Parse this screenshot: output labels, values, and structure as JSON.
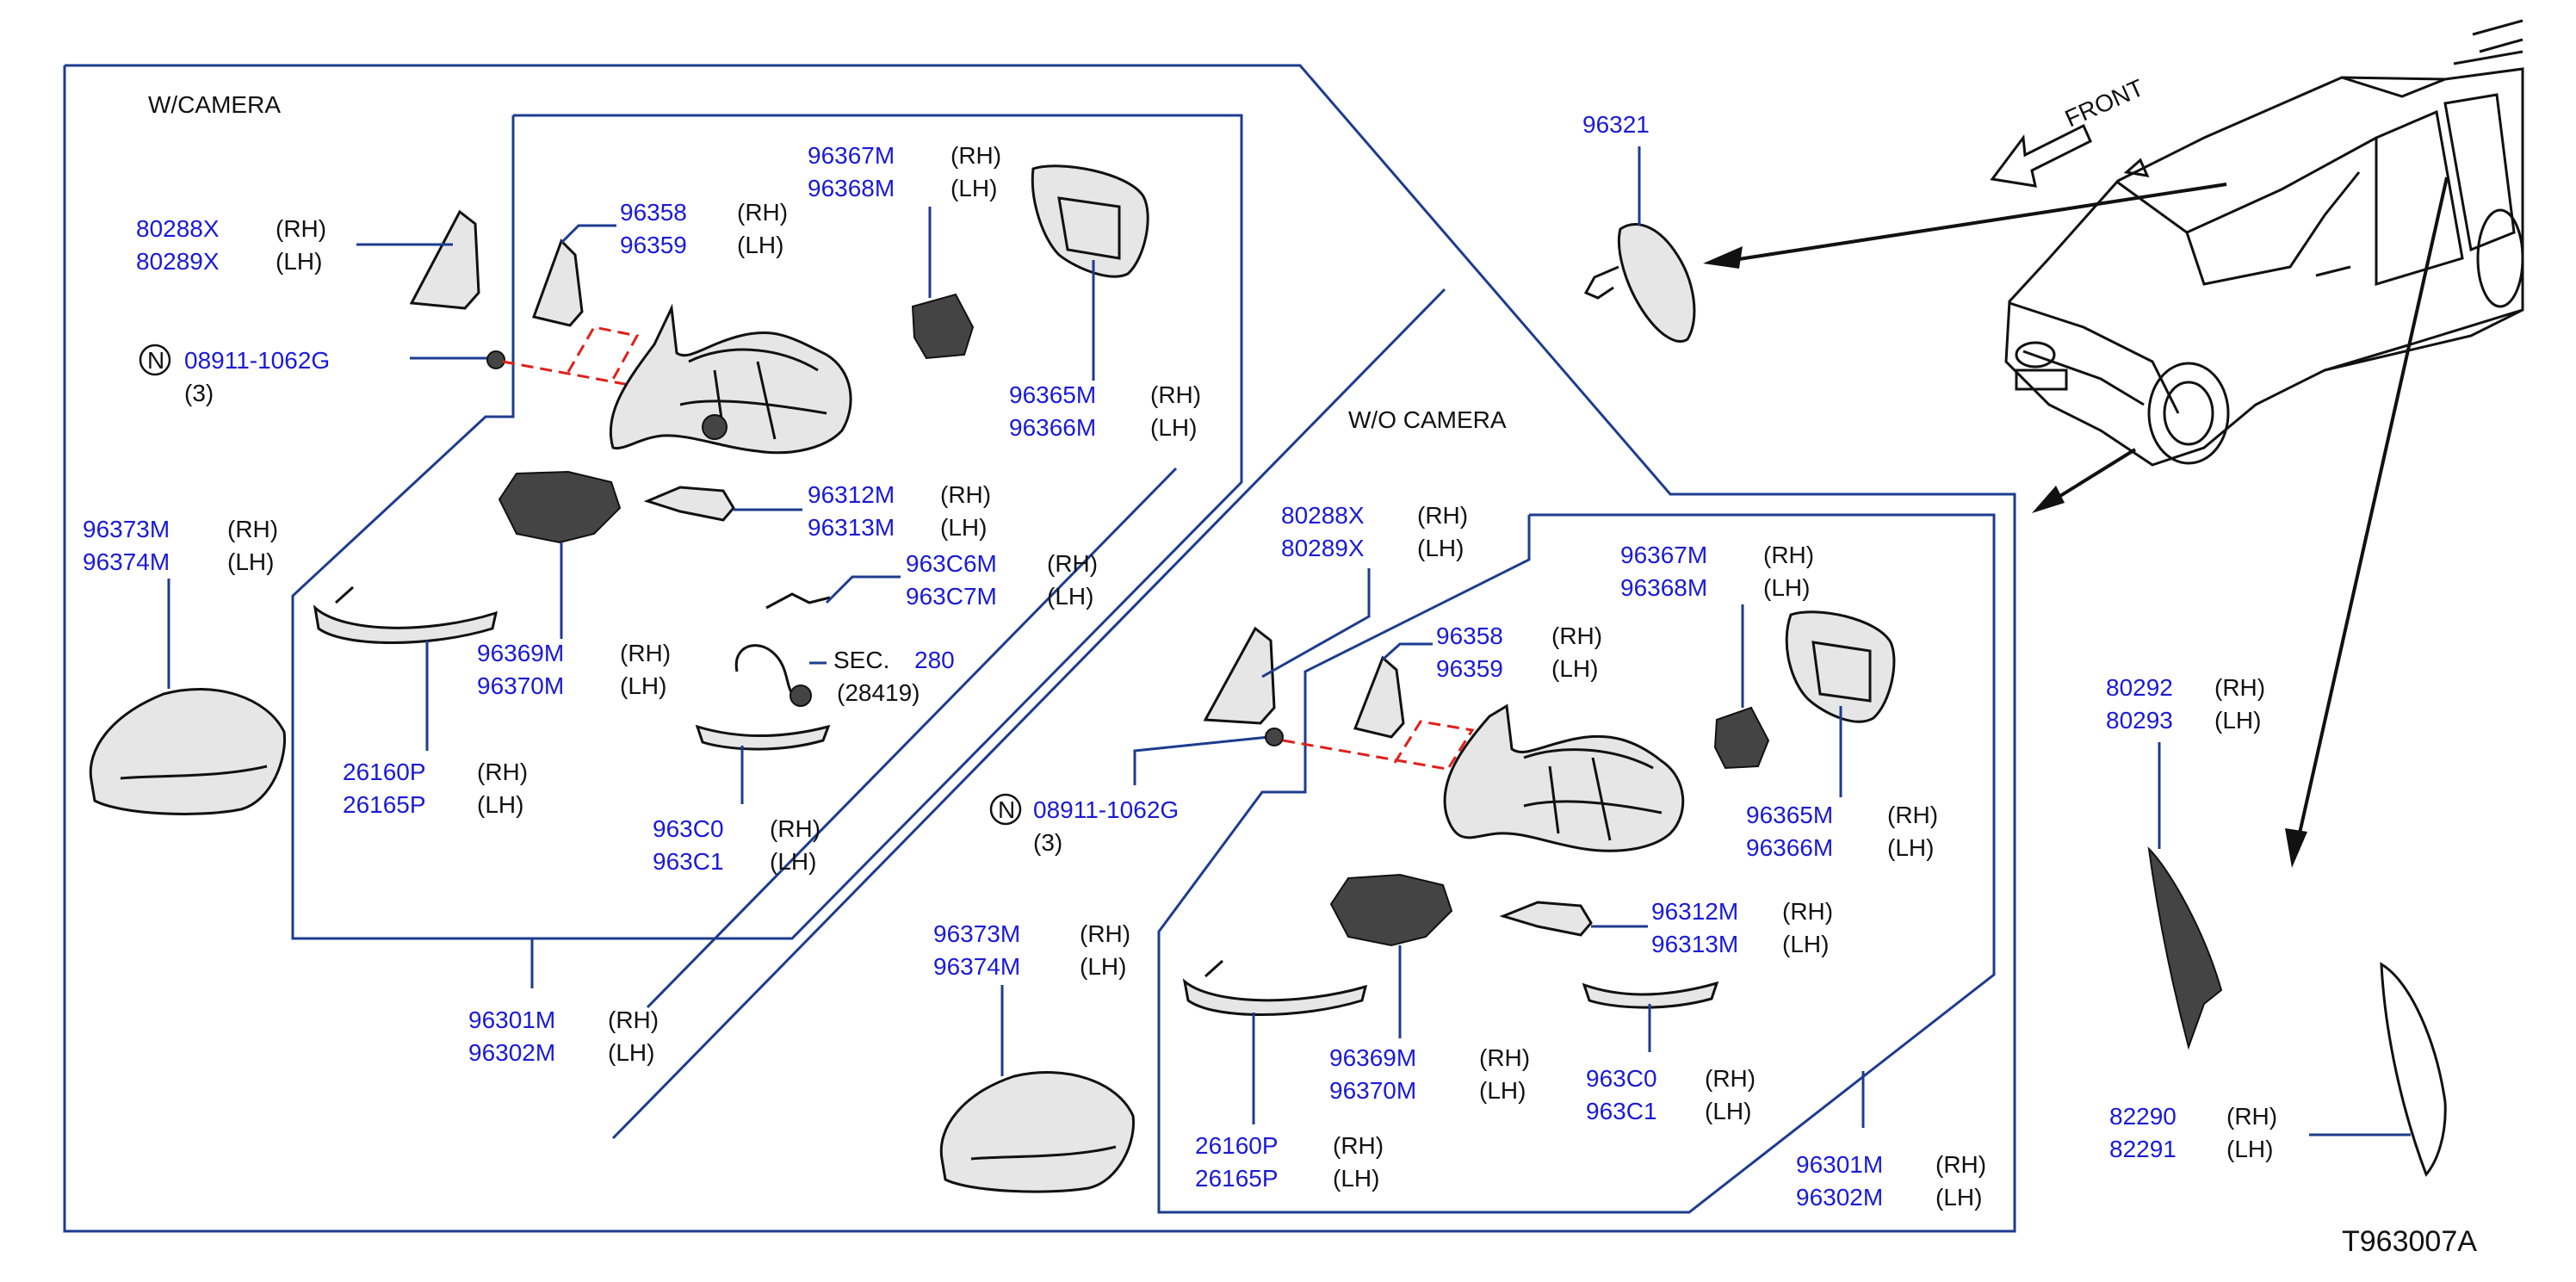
{
  "diagram": {
    "code": "T963007A",
    "front_label": "FRONT",
    "w_camera": {
      "heading": "W/CAMERA",
      "labels": {
        "corner_cover": {
          "rh": "80288X",
          "lh": "80289X",
          "rh_tag": "(RH)",
          "lh_tag": "(LH)"
        },
        "bolt": {
          "pn": "08911-1062G",
          "symbol": "N",
          "qty": "(3)"
        },
        "finisher": {
          "rh": "96358",
          "lh": "96359",
          "rh_tag": "(RH)",
          "lh_tag": "(LH)"
        },
        "glass_holder": {
          "rh": "96367M",
          "lh": "96368M",
          "rh_tag": "(RH)",
          "lh_tag": "(LH)"
        },
        "glass": {
          "rh": "96365M",
          "lh": "96366M",
          "rh_tag": "(RH)",
          "lh_tag": "(LH)"
        },
        "cover": {
          "rh": "96373M",
          "lh": "96374M",
          "rh_tag": "(RH)",
          "lh_tag": "(LH)"
        },
        "cover_lower": {
          "rh": "96312M",
          "lh": "96313M",
          "rh_tag": "(RH)",
          "lh_tag": "(LH)"
        },
        "harness": {
          "rh": "963C6M",
          "lh": "963C7M",
          "rh_tag": "(RH)",
          "lh_tag": "(LH)"
        },
        "actuator": {
          "rh": "96369M",
          "lh": "96370M",
          "rh_tag": "(RH)",
          "lh_tag": "(LH)"
        },
        "camera": {
          "sec": "SEC.",
          "sec_no": "280",
          "sub": "(28419)"
        },
        "lamp": {
          "rh": "26160P",
          "lh": "26165P",
          "rh_tag": "(RH)",
          "lh_tag": "(LH)"
        },
        "camera_bracket": {
          "rh": "963C0",
          "lh": "963C1",
          "rh_tag": "(RH)",
          "lh_tag": "(LH)"
        },
        "assembly": {
          "rh": "96301M",
          "lh": "96302M",
          "rh_tag": "(RH)",
          "lh_tag": "(LH)"
        }
      }
    },
    "wo_camera": {
      "heading": "W/O   CAMERA",
      "labels": {
        "corner_cover": {
          "rh": "80288X",
          "lh": "80289X",
          "rh_tag": "(RH)",
          "lh_tag": "(LH)"
        },
        "glass_holder": {
          "rh": "96367M",
          "lh": "96368M",
          "rh_tag": "(RH)",
          "lh_tag": "(LH)"
        },
        "finisher": {
          "rh": "96358",
          "lh": "96359",
          "rh_tag": "(RH)",
          "lh_tag": "(LH)"
        },
        "bolt": {
          "pn": "08911-1062G",
          "symbol": "N",
          "qty": "(3)"
        },
        "glass": {
          "rh": "96365M",
          "lh": "96366M",
          "rh_tag": "(RH)",
          "lh_tag": "(LH)"
        },
        "cover_lower": {
          "rh": "96312M",
          "lh": "96313M",
          "rh_tag": "(RH)",
          "lh_tag": "(LH)"
        },
        "actuator": {
          "rh": "96369M",
          "lh": "96370M",
          "rh_tag": "(RH)",
          "lh_tag": "(LH)"
        },
        "bracket": {
          "rh": "963C0",
          "lh": "963C1",
          "rh_tag": "(RH)",
          "lh_tag": "(LH)"
        },
        "cover": {
          "rh": "96373M",
          "lh": "96374M",
          "rh_tag": "(RH)",
          "lh_tag": "(LH)"
        },
        "lamp": {
          "rh": "26160P",
          "lh": "26165P",
          "rh_tag": "(RH)",
          "lh_tag": "(LH)"
        },
        "assembly": {
          "rh": "96301M",
          "lh": "96302M",
          "rh_tag": "(RH)",
          "lh_tag": "(LH)"
        }
      }
    },
    "extra": {
      "inner_mirror": {
        "pn": "96321"
      },
      "garnish": {
        "rh": "80292",
        "lh": "80293",
        "rh_tag": "(RH)",
        "lh_tag": "(LH)"
      },
      "pillar_finisher": {
        "rh": "82290",
        "lh": "82291",
        "rh_tag": "(RH)",
        "lh_tag": "(LH)"
      }
    }
  }
}
